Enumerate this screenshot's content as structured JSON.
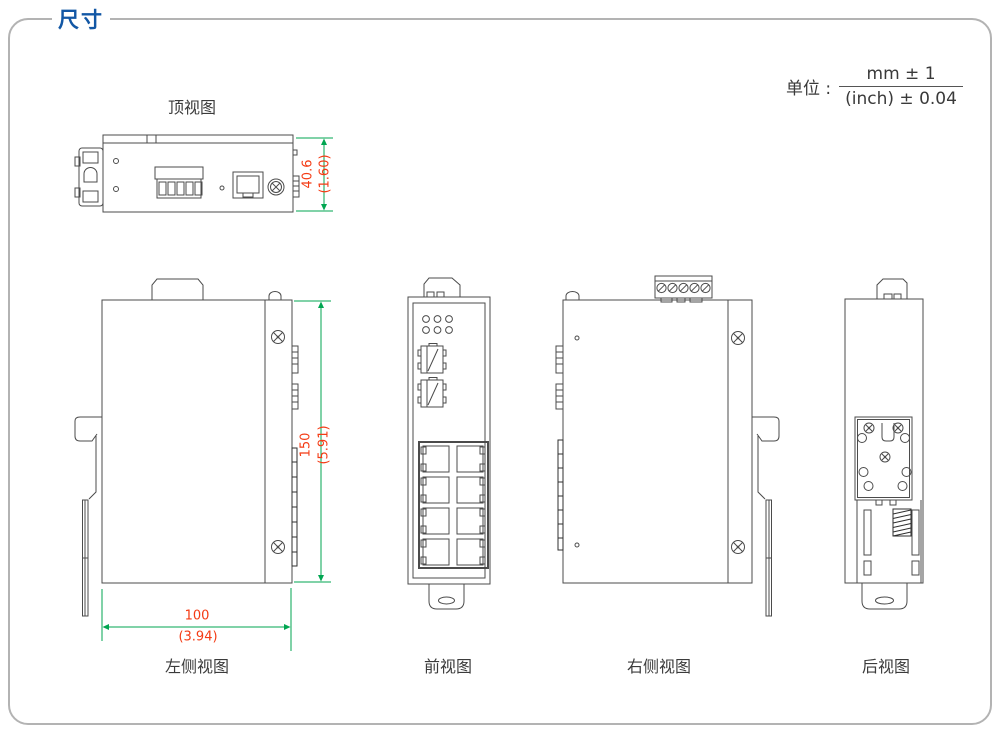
{
  "header": {
    "title": "尺寸"
  },
  "unit": {
    "label": "单位 :",
    "mm": "mm ± 1",
    "inch": "(inch) ± 0.04"
  },
  "views": {
    "top": {
      "label": "顶视图"
    },
    "left": {
      "label": "左侧视图"
    },
    "front": {
      "label": "前视图"
    },
    "right": {
      "label": "右侧视图"
    },
    "rear": {
      "label": "后视图"
    }
  },
  "dimensions": {
    "depth": {
      "mm": "40.6",
      "inch": "(1.60)"
    },
    "height": {
      "mm": "150",
      "inch": "(5.91)"
    },
    "width": {
      "mm": "100",
      "inch": "(3.94)"
    }
  },
  "colors": {
    "dimension_line": "#00a651",
    "dimension_text": "#f43b14",
    "title_blue": "#1257a5",
    "drawing_line": "#4b4b4b"
  }
}
